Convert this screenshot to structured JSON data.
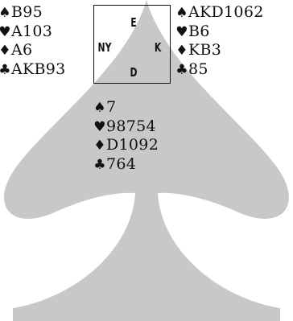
{
  "suit_symbols": {
    "spades": "♠",
    "hearts": "♥",
    "diamonds": "♦",
    "clubs": "♣"
  },
  "background": {
    "icon": "spade-icon",
    "color": "#c8c8c8"
  },
  "compass": {
    "north": "E",
    "west": "NY",
    "east": "K",
    "south": "D"
  },
  "hands": {
    "west": {
      "spades": "B95",
      "hearts": "A103",
      "diamonds": "A6",
      "clubs": "AKB93"
    },
    "east": {
      "spades": "AKD1062",
      "hearts": "B6",
      "diamonds": "KB3",
      "clubs": "85"
    },
    "south": {
      "spades": "7",
      "hearts": "98754",
      "diamonds": "D1092",
      "clubs": "764"
    }
  }
}
